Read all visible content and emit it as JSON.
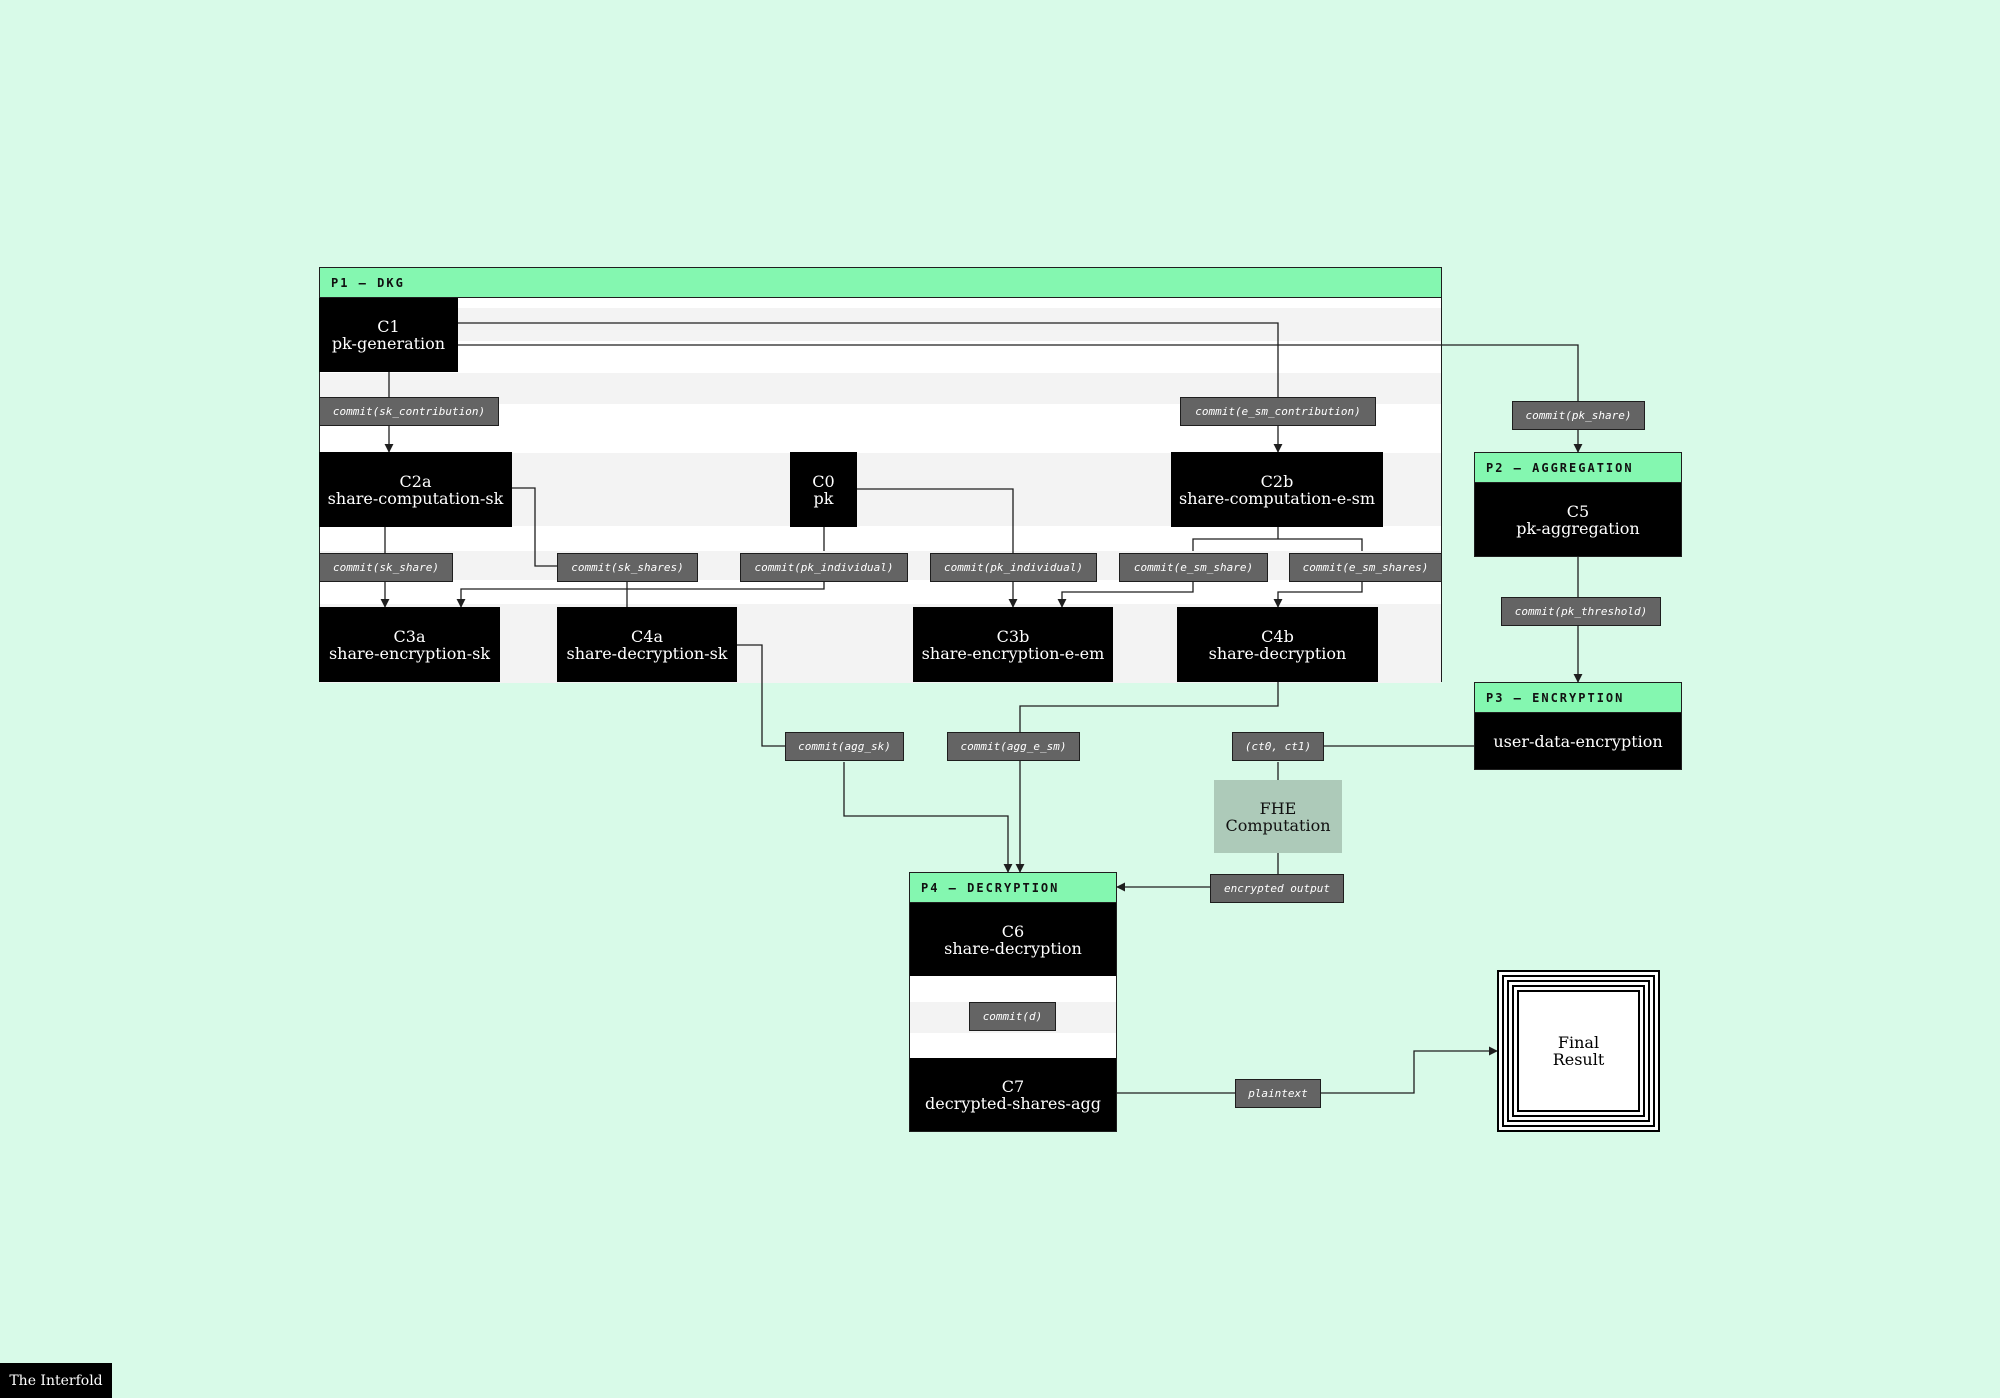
{
  "phases": {
    "p1": "P1 — DKG",
    "p2": "P2 — AGGREGATION",
    "p3": "P3 — ENCRYPTION",
    "p4": "P4 — DECRYPTION"
  },
  "nodes": {
    "c1": {
      "id": "C1",
      "name": "pk-generation"
    },
    "c2a": {
      "id": "C2a",
      "name": "share-computation-sk"
    },
    "c0": {
      "id": "C0",
      "name": "pk"
    },
    "c2b": {
      "id": "C2b",
      "name": "share-computation-e-sm"
    },
    "c3a": {
      "id": "C3a",
      "name": "share-encryption-sk"
    },
    "c4a": {
      "id": "C4a",
      "name": "share-decryption-sk"
    },
    "c3b": {
      "id": "C3b",
      "name": "share-encryption-e-em"
    },
    "c4b": {
      "id": "C4b",
      "name": "share-decryption"
    },
    "c5": {
      "id": "C5",
      "name": "pk-aggregation"
    },
    "enc": {
      "name": "user-data-encryption"
    },
    "c6": {
      "id": "C6",
      "name": "share-decryption"
    },
    "c7": {
      "id": "C7",
      "name": "decrypted-shares-agg"
    }
  },
  "commits": {
    "sk_contribution": "commit(sk_contribution)",
    "e_sm_contribution": "commit(e_sm_contribution)",
    "pk_share": "commit(pk_share)",
    "sk_share": "commit(sk_share)",
    "sk_shares": "commit(sk_shares)",
    "pk_individual_1": "commit(pk_individual)",
    "pk_individual_2": "commit(pk_individual)",
    "e_sm_share": "commit(e_sm_share)",
    "e_sm_shares": "commit(e_sm_shares)",
    "pk_threshold": "commit(pk_threshold)",
    "agg_sk": "commit(agg_sk)",
    "agg_e_sm": "commit(agg_e_sm)",
    "ct": "(ct0, ct1)",
    "encrypted_output": "encrypted output",
    "d": "commit(d)",
    "plaintext": "plaintext"
  },
  "fhe": {
    "line1": "FHE",
    "line2": "Computation"
  },
  "final": {
    "line1": "Final",
    "line2": "Result"
  },
  "brand": "The Interfold",
  "colors": {
    "background": "#d8fae8",
    "phase_header": "#84f7b0",
    "node": "#000000",
    "commit": "#646464",
    "fhe": "#adcab9"
  }
}
